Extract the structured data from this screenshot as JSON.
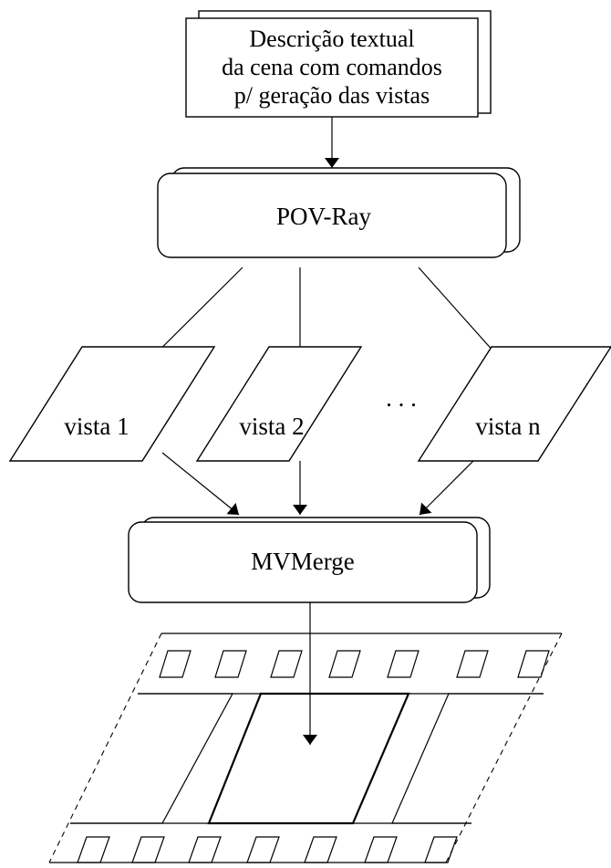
{
  "document": {
    "lines": [
      "Descrição textual",
      "da cena com comandos",
      "p/ geração das vistas"
    ]
  },
  "povray": {
    "label": "POV-Ray"
  },
  "views": [
    {
      "label": "vista 1"
    },
    {
      "label": "vista 2"
    },
    {
      "label": "vista n"
    }
  ],
  "ellipsis": ". . .",
  "mvmerge": {
    "label": "MVMerge"
  }
}
